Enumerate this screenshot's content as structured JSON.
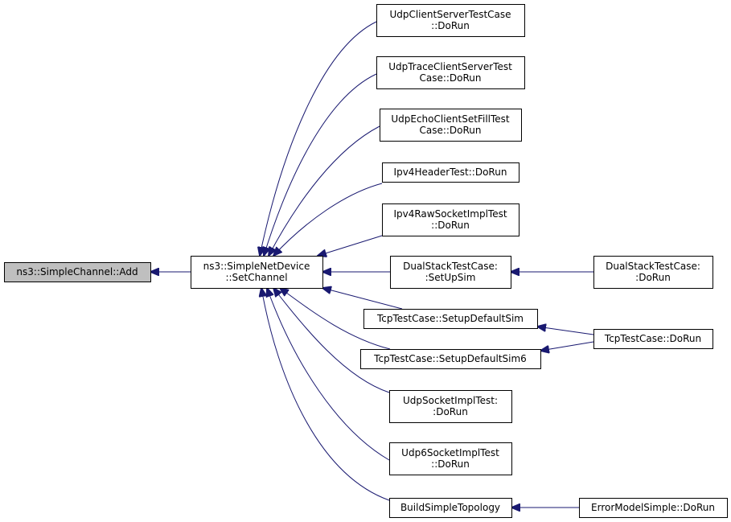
{
  "graph": {
    "nodes": [
      {
        "id": "root",
        "lines": [
          "ns3::SimpleChannel::Add"
        ],
        "root": true
      },
      {
        "id": "snd",
        "lines": [
          "ns3::SimpleNetDevice",
          "::SetChannel"
        ]
      },
      {
        "id": "ucs",
        "lines": [
          "UdpClientServerTestCase",
          "::DoRun"
        ]
      },
      {
        "id": "utcs",
        "lines": [
          "UdpTraceClientServerTest",
          "Case::DoRun"
        ]
      },
      {
        "id": "uecs",
        "lines": [
          "UdpEchoClientSetFillTest",
          "Case::DoRun"
        ]
      },
      {
        "id": "ipv4h",
        "lines": [
          "Ipv4HeaderTest::DoRun"
        ]
      },
      {
        "id": "ipv4r",
        "lines": [
          "Ipv4RawSocketImplTest",
          "::DoRun"
        ]
      },
      {
        "id": "dss",
        "lines": [
          "DualStackTestCase:",
          ":SetUpSim"
        ]
      },
      {
        "id": "tcps",
        "lines": [
          "TcpTestCase::SetupDefaultSim"
        ]
      },
      {
        "id": "tcps6",
        "lines": [
          "TcpTestCase::SetupDefaultSim6"
        ]
      },
      {
        "id": "usi",
        "lines": [
          "UdpSocketImplTest:",
          ":DoRun"
        ]
      },
      {
        "id": "u6si",
        "lines": [
          "Udp6SocketImplTest",
          "::DoRun"
        ]
      },
      {
        "id": "bst",
        "lines": [
          "BuildSimpleTopology"
        ]
      },
      {
        "id": "dsd",
        "lines": [
          "DualStackTestCase:",
          ":DoRun"
        ]
      },
      {
        "id": "tcpd",
        "lines": [
          "TcpTestCase::DoRun"
        ]
      },
      {
        "id": "ems",
        "lines": [
          "ErrorModelSimple::DoRun"
        ]
      }
    ],
    "edges": [
      {
        "from": "snd",
        "to": "root"
      },
      {
        "from": "ucs",
        "to": "snd"
      },
      {
        "from": "utcs",
        "to": "snd"
      },
      {
        "from": "uecs",
        "to": "snd"
      },
      {
        "from": "ipv4h",
        "to": "snd"
      },
      {
        "from": "ipv4r",
        "to": "snd"
      },
      {
        "from": "dss",
        "to": "snd"
      },
      {
        "from": "tcps",
        "to": "snd"
      },
      {
        "from": "tcps6",
        "to": "snd"
      },
      {
        "from": "usi",
        "to": "snd"
      },
      {
        "from": "u6si",
        "to": "snd"
      },
      {
        "from": "bst",
        "to": "snd"
      },
      {
        "from": "dsd",
        "to": "dss"
      },
      {
        "from": "tcpd",
        "to": "tcps"
      },
      {
        "from": "tcpd",
        "to": "tcps6"
      },
      {
        "from": "ems",
        "to": "bst"
      }
    ],
    "colors": {
      "edge": "#191970",
      "root_fill": "#bfbfbf",
      "node_fill": "#ffffff",
      "border": "#000000"
    }
  }
}
